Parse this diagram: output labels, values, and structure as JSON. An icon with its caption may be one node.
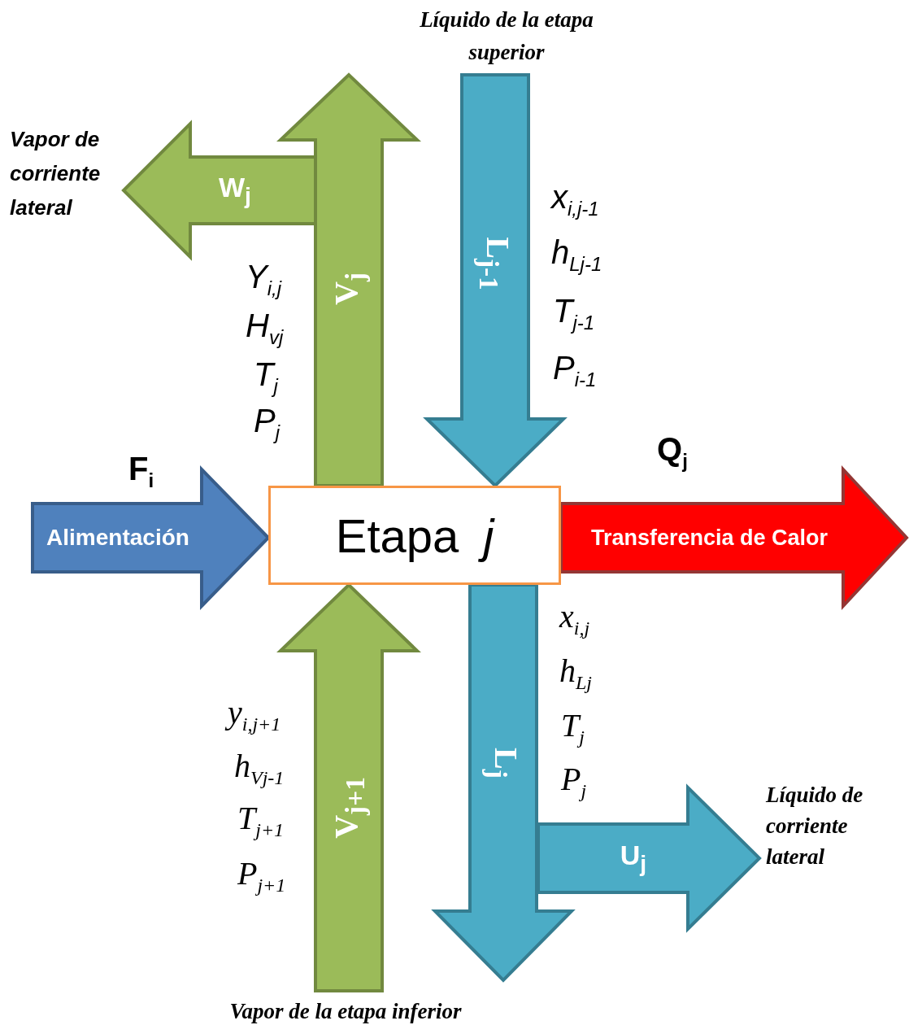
{
  "diagram": {
    "nodes": [
      {
        "text": [
          "Líquido de la etapa superior"
        ]
      },
      {
        "text": [
          "Vapor de corriente lateral"
        ]
      },
      {
        "text": [
          "Etapa *j*"
        ]
      },
      {
        "text": [
          "Líquido de corriente lateral"
        ]
      },
      {
        "text": [
          "Vapor de la etapa inferior"
        ]
      }
    ],
    "edges": [
      {
        "from": null,
        "to": 2,
        "arrow": "to",
        "label": "Alimentación",
        "color": "#4f81bd"
      },
      {
        "from": 2,
        "to": null,
        "arrow": "to",
        "label": "Transferencia de Calor",
        "color": "#ff0000"
      },
      {
        "from": 2,
        "to": null,
        "arrow": "to",
        "label": "V$_{j}$",
        "color": "#9bbb59"
      },
      {
        "from": null,
        "to": 1,
        "arrow": "to",
        "label": "W$_{j}$",
        "color": "#9bbb59"
      },
      {
        "from": 0,
        "to": 2,
        "arrow": "to",
        "label": "L$_{j-1}$"
      },
      {
        "from": 4,
        "to": 2,
        "arrow": "to",
        "label": "V$_{j+1}$",
        "color": "#9bbb59"
      },
      {
        "from": 2,
        "to": null,
        "arrow": "to",
        "label": "L$_{j}$"
      },
      {
        "from": null,
        "to": 3,
        "arrow": "to",
        "label": "U$_{j}$"
      }
    ],
    "labels": [
      "Y$_{i,j}$",
      "H$_{vj}$",
      "T$_{j}$",
      "P$_{j}$",
      "x$_{i,j-1}$",
      "h$_{Lj-1}$",
      "T$_{j-1}$",
      "P$_{i-1}$",
      "F$_{i}$",
      "Q$_{j}$",
      "x$_{i,j}$",
      "h$_{Lj}$",
      "T$_{j}$",
      "P$_{j}$",
      "y$_{i,j+1}$",
      "h$_{Vj-1}$",
      "T$_{j+1}$",
      "P$_{j+1}$"
    ]
  }
}
